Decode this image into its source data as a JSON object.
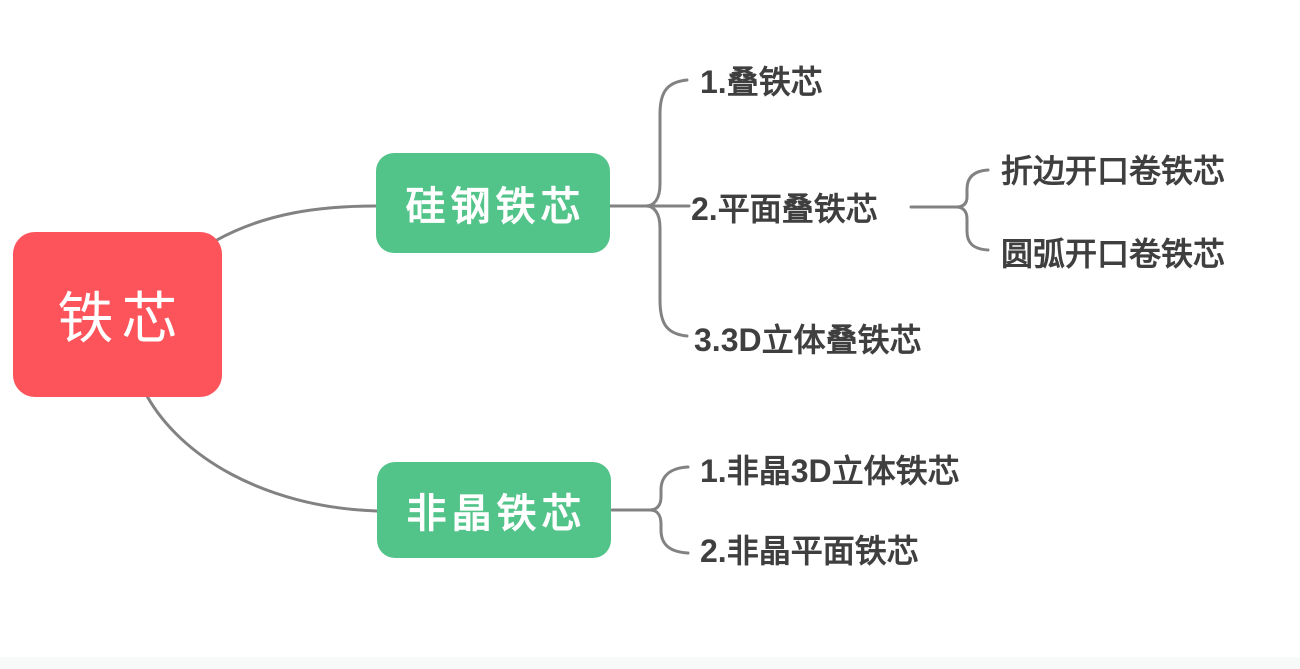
{
  "mindmap": {
    "root": {
      "label": "铁芯"
    },
    "branches": [
      {
        "label": "硅钢铁芯",
        "children": [
          {
            "label": "1.叠铁芯"
          },
          {
            "label": "2.平面叠铁芯",
            "children": [
              {
                "label": "折边开口卷铁芯"
              },
              {
                "label": "圆弧开口卷铁芯"
              }
            ]
          },
          {
            "label": "3.3D立体叠铁芯"
          }
        ]
      },
      {
        "label": "非晶铁芯",
        "children": [
          {
            "label": "1.非晶3D立体铁芯"
          },
          {
            "label": "2.非晶平面铁芯"
          }
        ]
      }
    ]
  },
  "colors": {
    "root_bg": "#FC545A",
    "branch_bg": "#52C48A",
    "connector": "#828282",
    "leaf_text": "#3F3F3F",
    "footer_bg": "#F8FAFA"
  }
}
